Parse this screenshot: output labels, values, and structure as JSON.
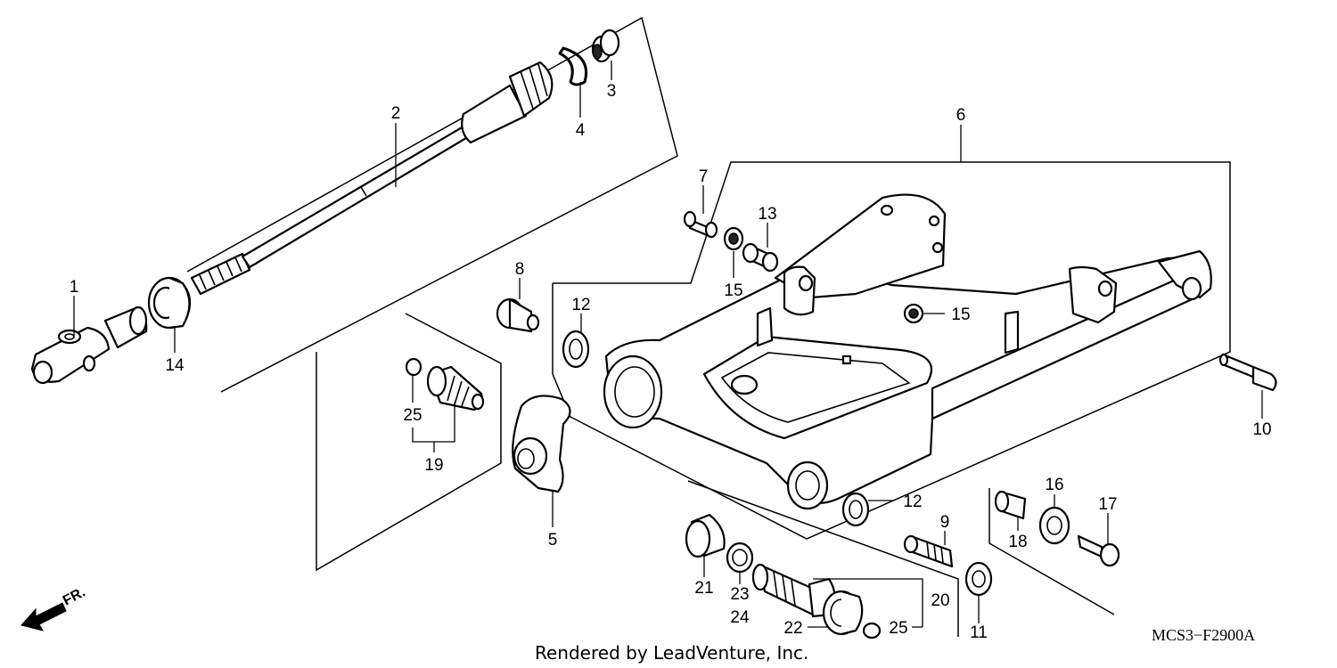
{
  "diagram": {
    "credit": "Rendered by LeadVenture, Inc.",
    "reference_code": "MCS3−F2900A",
    "direction_label": "FR.",
    "callouts": [
      {
        "id": "c1",
        "label": "1"
      },
      {
        "id": "c2",
        "label": "2"
      },
      {
        "id": "c3",
        "label": "3"
      },
      {
        "id": "c4",
        "label": "4"
      },
      {
        "id": "c5",
        "label": "5"
      },
      {
        "id": "c6",
        "label": "6"
      },
      {
        "id": "c7",
        "label": "7"
      },
      {
        "id": "c8",
        "label": "8"
      },
      {
        "id": "c9",
        "label": "9"
      },
      {
        "id": "c10",
        "label": "10"
      },
      {
        "id": "c11",
        "label": "11"
      },
      {
        "id": "c12a",
        "label": "12"
      },
      {
        "id": "c12b",
        "label": "12"
      },
      {
        "id": "c13",
        "label": "13"
      },
      {
        "id": "c14",
        "label": "14"
      },
      {
        "id": "c15a",
        "label": "15"
      },
      {
        "id": "c15b",
        "label": "15"
      },
      {
        "id": "c16",
        "label": "16"
      },
      {
        "id": "c17",
        "label": "17"
      },
      {
        "id": "c18",
        "label": "18"
      },
      {
        "id": "c19",
        "label": "19"
      },
      {
        "id": "c20",
        "label": "20"
      },
      {
        "id": "c21",
        "label": "21"
      },
      {
        "id": "c22",
        "label": "22"
      },
      {
        "id": "c23",
        "label": "23"
      },
      {
        "id": "c24",
        "label": "24"
      },
      {
        "id": "c25a",
        "label": "25"
      },
      {
        "id": "c25b",
        "label": "25"
      }
    ]
  }
}
